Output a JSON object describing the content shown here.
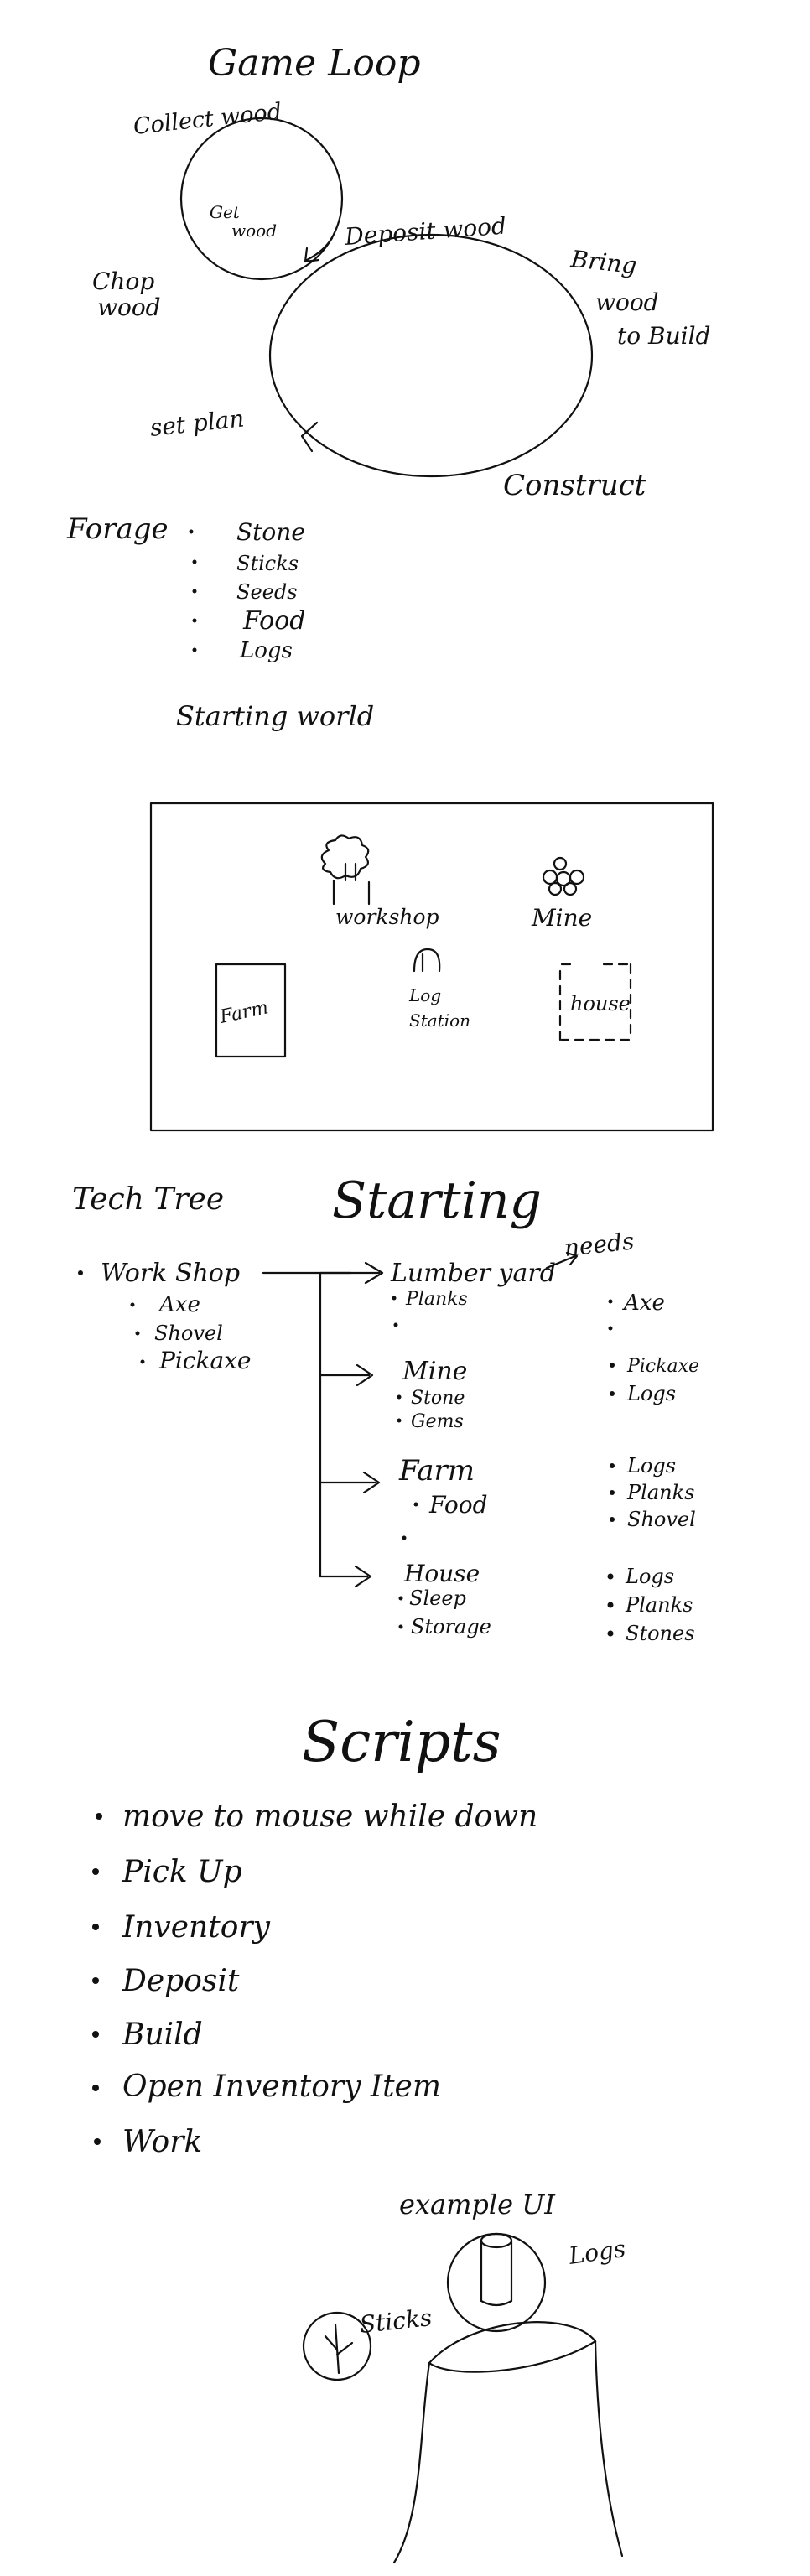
{
  "game_loop": {
    "title": "Game Loop",
    "collect_wood": "Collect wood",
    "get_wood": [
      "Get",
      "wood"
    ],
    "deposit_wood": "Deposit wood",
    "chop_wood": [
      "Chop",
      "wood"
    ],
    "bring_wood": [
      "Bring",
      "wood",
      "to Build"
    ],
    "set_plan": "set plan",
    "construct": "Construct"
  },
  "forage": {
    "label": "Forage",
    "items": [
      "Stone",
      "Sticks",
      "Seeds",
      "Food",
      "Logs"
    ]
  },
  "starting_world": {
    "title": "Starting world",
    "workshop": "workshop",
    "mine": "Mine",
    "farm": "Farm",
    "log_station": [
      "Log",
      "Station"
    ],
    "house": "house"
  },
  "tech_tree": {
    "title": "Tech Tree",
    "subtitle": "Starting",
    "root": "Work Shop",
    "root_items": [
      "Axe",
      "Shovel",
      "Pickaxe"
    ],
    "needs_label": "needs",
    "branches": [
      {
        "name": "Lumber yard",
        "items": [
          "Planks"
        ],
        "needs": [
          "Axe"
        ]
      },
      {
        "name": "Mine",
        "items": [
          "Stone",
          "Gems"
        ],
        "needs": [
          "Pickaxe",
          "Logs"
        ]
      },
      {
        "name": "Farm",
        "items": [
          "Food"
        ],
        "needs": [
          "Logs",
          "Planks",
          "Shovel"
        ]
      },
      {
        "name": "House",
        "items": [
          "Sleep",
          "Storage"
        ],
        "needs": [
          "Logs",
          "Planks",
          "Stones"
        ]
      }
    ]
  },
  "scripts": {
    "title": "Scripts",
    "items": [
      "move to mouse while down",
      "Pick Up",
      "Inventory",
      "Deposit",
      "Build",
      "Open Inventory Item",
      "Work"
    ]
  },
  "example_ui": {
    "title": "example UI",
    "sticks": "Sticks",
    "logs": "Logs"
  }
}
